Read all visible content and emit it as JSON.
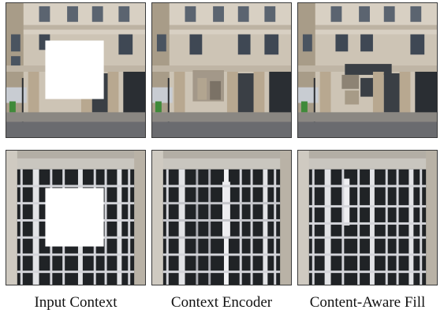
{
  "captions": {
    "input": "Input Context",
    "encoder": "Context Encoder",
    "fill": "Content-Aware Fill"
  },
  "colors": {
    "facade": "#cfc6b8",
    "window_glass": "#3b4652",
    "window_frame": "#d9d9dc",
    "street": "#6a6b6f",
    "sidewalk": "#8c8a86",
    "mask": "#ffffff",
    "dark_interior": "#202326"
  }
}
